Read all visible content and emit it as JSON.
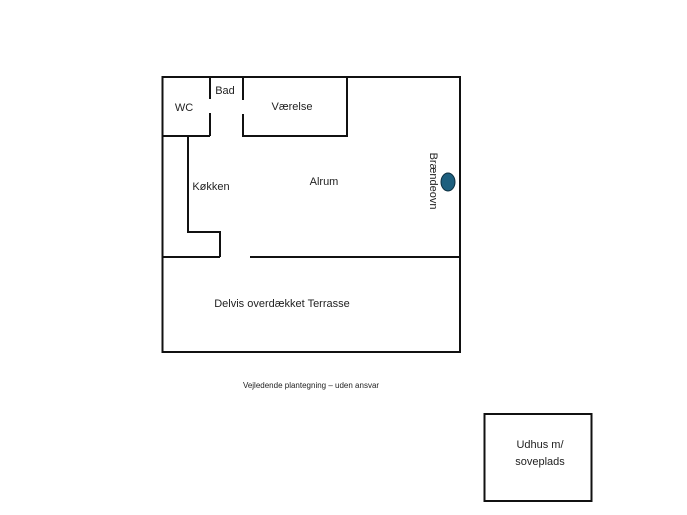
{
  "rooms": {
    "wc": "WC",
    "bad": "Bad",
    "vaerelse": "Værelse",
    "koekken": "Køkken",
    "alrum": "Alrum",
    "braendeovn": "Brændeovn",
    "terrasse": "Delvis overdækket Terrasse"
  },
  "caption": "Vejledende plantegning – uden ansvar",
  "udhus": {
    "line1": "Udhus m/",
    "line2": "soveplads"
  },
  "colors": {
    "wall": "#111111",
    "stove": "#1d5f7e"
  }
}
